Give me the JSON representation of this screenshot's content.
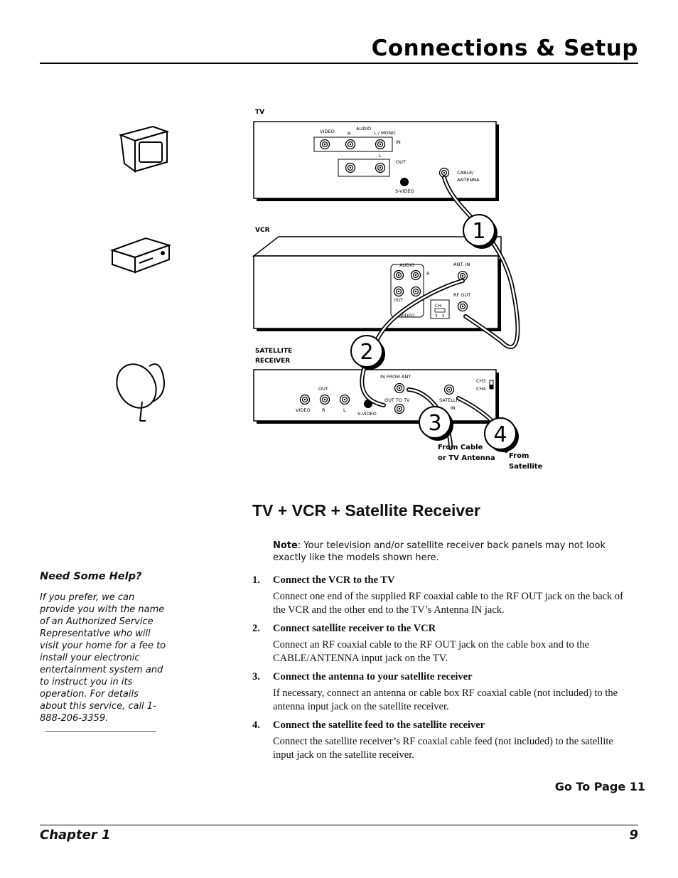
{
  "header": {
    "title": "Connections & Setup"
  },
  "diagram": {
    "tv_label": "TV",
    "vcr_label": "VCR",
    "sat_label_1": "SATELLITE",
    "sat_label_2": "RECEIVER",
    "tv_video": "VIDEO",
    "tv_audio": "AUDIO",
    "tv_r": "R",
    "tv_lmono": "L / MONO",
    "tv_in": "IN",
    "tv_l": "L",
    "tv_out": "OUT",
    "tv_svideo": "S-VIDEO",
    "tv_cable_1": "CABLE/",
    "tv_cable_2": "ANTENNA",
    "vcr_audio": "AUDIO",
    "vcr_r": "R",
    "vcr_out": "OUT",
    "vcr_video": "VIDEO",
    "vcr_antin": "ANT. IN",
    "vcr_rfout": "RF OUT",
    "vcr_ch": "CH.",
    "vcr_ch3": "3",
    "vcr_ch4": "4",
    "sat_infromant": "IN FROM ANT",
    "sat_ch3": "CH3",
    "sat_ch4": "CH4",
    "sat_out": "OUT",
    "sat_outtotv": "OUT TO TV",
    "sat_satellite": "SATELLITE",
    "sat_in": "IN",
    "sat_video": "VIDEO",
    "sat_r": "R",
    "sat_l": "L",
    "sat_svideo": "S-VIDEO",
    "callout_1": "1",
    "callout_2": "2",
    "callout_3": "3",
    "callout_4": "4",
    "from_cable_1": "From Cable",
    "from_cable_2": "or TV Antenna",
    "from_sat_1": "From",
    "from_sat_2": "Satellite"
  },
  "section_title": "TV + VCR + Satellite Receiver",
  "note": {
    "label": "Note",
    "text": ": Your television and/or satellite receiver back panels may not look exactly like the models shown here."
  },
  "steps": [
    {
      "num": "1.",
      "title": "Connect the VCR to the TV",
      "body": "Connect one end of the supplied RF coaxial cable to the RF OUT jack on the back of the VCR and the other end to the TV’s Antenna IN jack."
    },
    {
      "num": "2.",
      "title": "Connect satellite receiver to the VCR",
      "body": "Connect an RF coaxial cable to the RF OUT jack on the cable box and to the CABLE/ANTENNA input jack on the TV."
    },
    {
      "num": "3.",
      "title": "Connect the antenna to your satellite receiver",
      "body": "If necessary, connect an antenna or cable box RF coaxial cable (not included) to the antenna input jack on the satellite receiver."
    },
    {
      "num": "4.",
      "title": "Connect the satellite feed to the satellite receiver",
      "body": "Connect the satellite receiver’s RF coaxial cable feed (not included) to the satellite input jack on the satellite receiver."
    }
  ],
  "help": {
    "title": "Need Some Help?",
    "body": "If you prefer, we can provide you with the name of an Authorized Service Representative who will visit your home for a fee to install your electronic entertainment system and to instruct you in its operation. For details about this service, call 1-888-206-3359."
  },
  "goto": "Go To Page 11",
  "footer": {
    "chapter": "Chapter 1",
    "page": "9"
  }
}
